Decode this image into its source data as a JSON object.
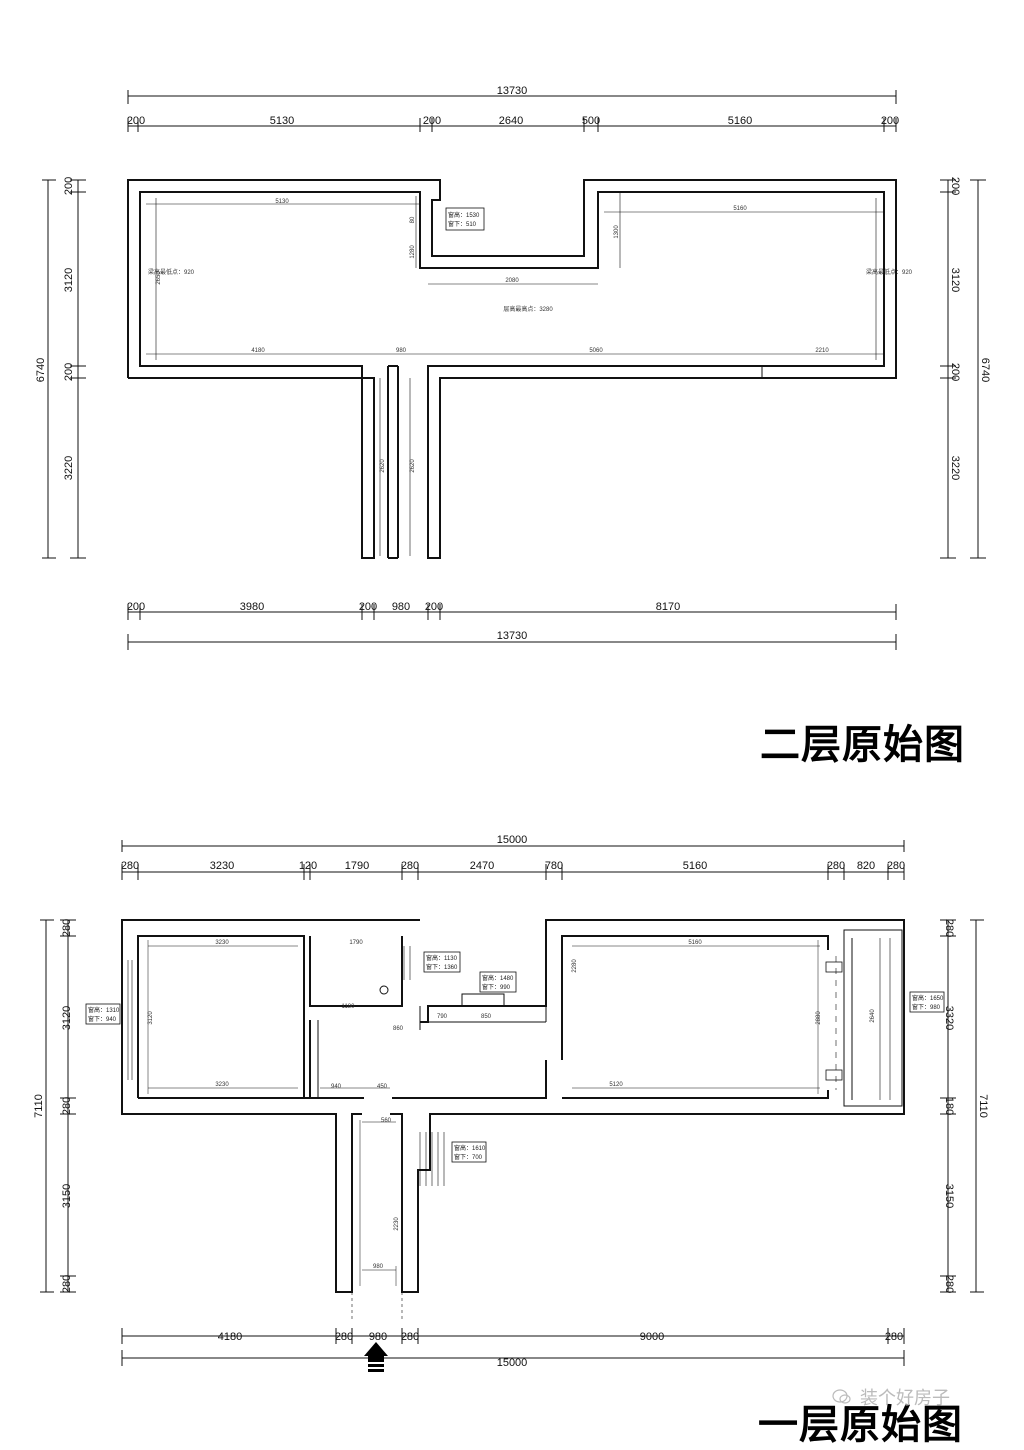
{
  "floor2": {
    "title": "二层原始图",
    "top_total": "13730",
    "top_segments": [
      "200",
      "5130",
      "200",
      "2640",
      "500",
      "5160",
      "200"
    ],
    "bottom_segments": [
      "200",
      "3980",
      "200",
      "980",
      "200",
      "8170"
    ],
    "bottom_total": "13730",
    "left_segments": [
      "200",
      "3120",
      "200",
      "3220"
    ],
    "left_total": "6740",
    "right_segments": [
      "200",
      "3120",
      "200",
      "3220"
    ],
    "right_total": "6740",
    "room_label": "层高最高点：3280",
    "left_beam_label": "梁高最低点：920",
    "right_beam_label": "梁高最低点：920",
    "window_label": [
      "窗高：1530",
      "窗下：510"
    ],
    "inner_dims": {
      "top_left": "5130",
      "top_right": "5160",
      "mid_left": "4180",
      "mid_center": "980",
      "mid_right": "5060",
      "far_right": "2210",
      "stair_left": "2620",
      "stair_right": "2620",
      "notch": "2080",
      "small_a": "1280",
      "small_b": "1300",
      "left_inner": "2650",
      "notch_small": "80"
    }
  },
  "floor1": {
    "title": "一层原始图",
    "top_total": "15000",
    "top_segments": [
      "280",
      "3230",
      "120",
      "1790",
      "280",
      "2470",
      "780",
      "5160",
      "280",
      "820",
      "280"
    ],
    "bottom_segments": [
      "4180",
      "280",
      "980",
      "280",
      "9000",
      "280"
    ],
    "bottom_total": "15000",
    "left_segments": [
      "280",
      "3120",
      "280",
      "3150",
      "280"
    ],
    "left_total": "7110",
    "right_segments": [
      "280",
      "3320",
      "180",
      "3150",
      "280"
    ],
    "right_total": "7110",
    "window_left": [
      "窗高：1310",
      "窗下：940"
    ],
    "window_mid1": [
      "窗高：1130",
      "窗下：1360"
    ],
    "window_mid2": [
      "窗高：1480",
      "窗下：990"
    ],
    "window_right": [
      "窗高：1650",
      "窗下：980"
    ],
    "window_stair": [
      "窗高：1610",
      "窗下：700"
    ],
    "inner_dims": {
      "room1_top": "3230",
      "room2_top": "1790",
      "room3_top": "5160",
      "room1_bottom": "3230",
      "room3_bottom": "5120",
      "hall_a": "790",
      "hall_b": "850",
      "hall_c": "1180",
      "hall_d": "860",
      "stair_w": "980",
      "stair_h": "2230",
      "stair_top": "560",
      "corridor": "940",
      "corridor2": "450",
      "right_h": "2880",
      "right_w": "2640",
      "left_h": "3120",
      "notch_v": "2280"
    }
  },
  "watermark": "装个好房子"
}
